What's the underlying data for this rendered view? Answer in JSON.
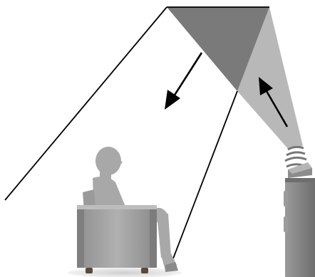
{
  "diagram": {
    "type": "rear-projection-illustration",
    "labels": [],
    "colors": {
      "background": "#ffffff",
      "line": "#000000",
      "mirror": "#7a7a7a",
      "light_beam": "#b8b8b8",
      "figure": "#a8a8a8",
      "chair": "#9e9e9e",
      "cabinet": "#8a8a8a",
      "floor_shadow": "#d9d9d9"
    },
    "icons": [
      "mirror",
      "projector",
      "light-beam",
      "viewer",
      "armchair",
      "speaker-cabinet",
      "direction-arrow"
    ]
  }
}
